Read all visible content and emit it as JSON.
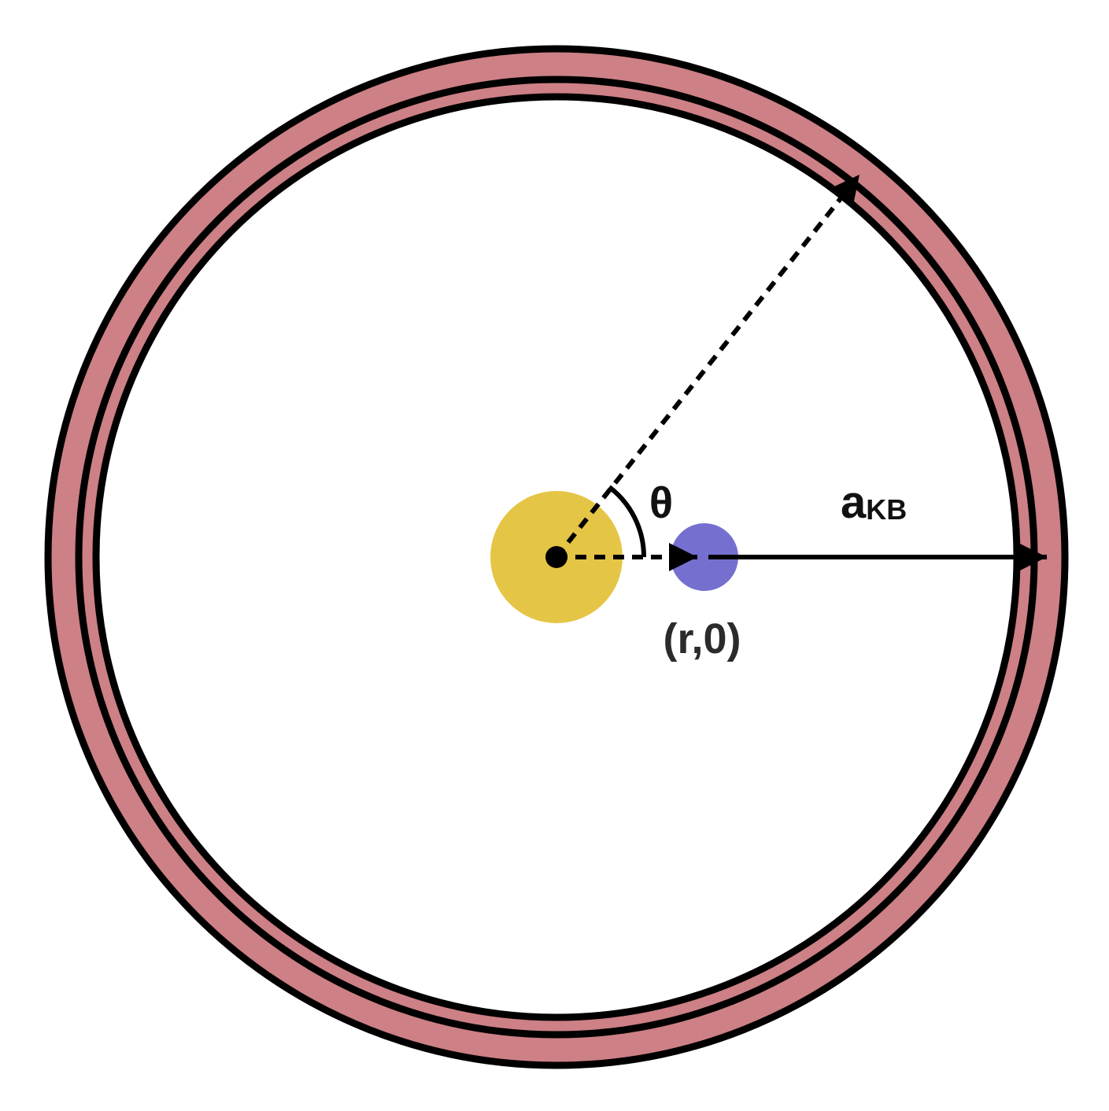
{
  "colors": {
    "ring_fill": "#cd8085",
    "outline": "#000000",
    "star": "#e5c545",
    "planet": "#7570d0",
    "background": "#ffffff"
  },
  "labels": {
    "angle": "θ",
    "radius_main": "a",
    "radius_sub": "KB",
    "planet_position": "(r,0)"
  },
  "icons": {
    "star": "yellow-disc",
    "planet": "blue-disc"
  }
}
